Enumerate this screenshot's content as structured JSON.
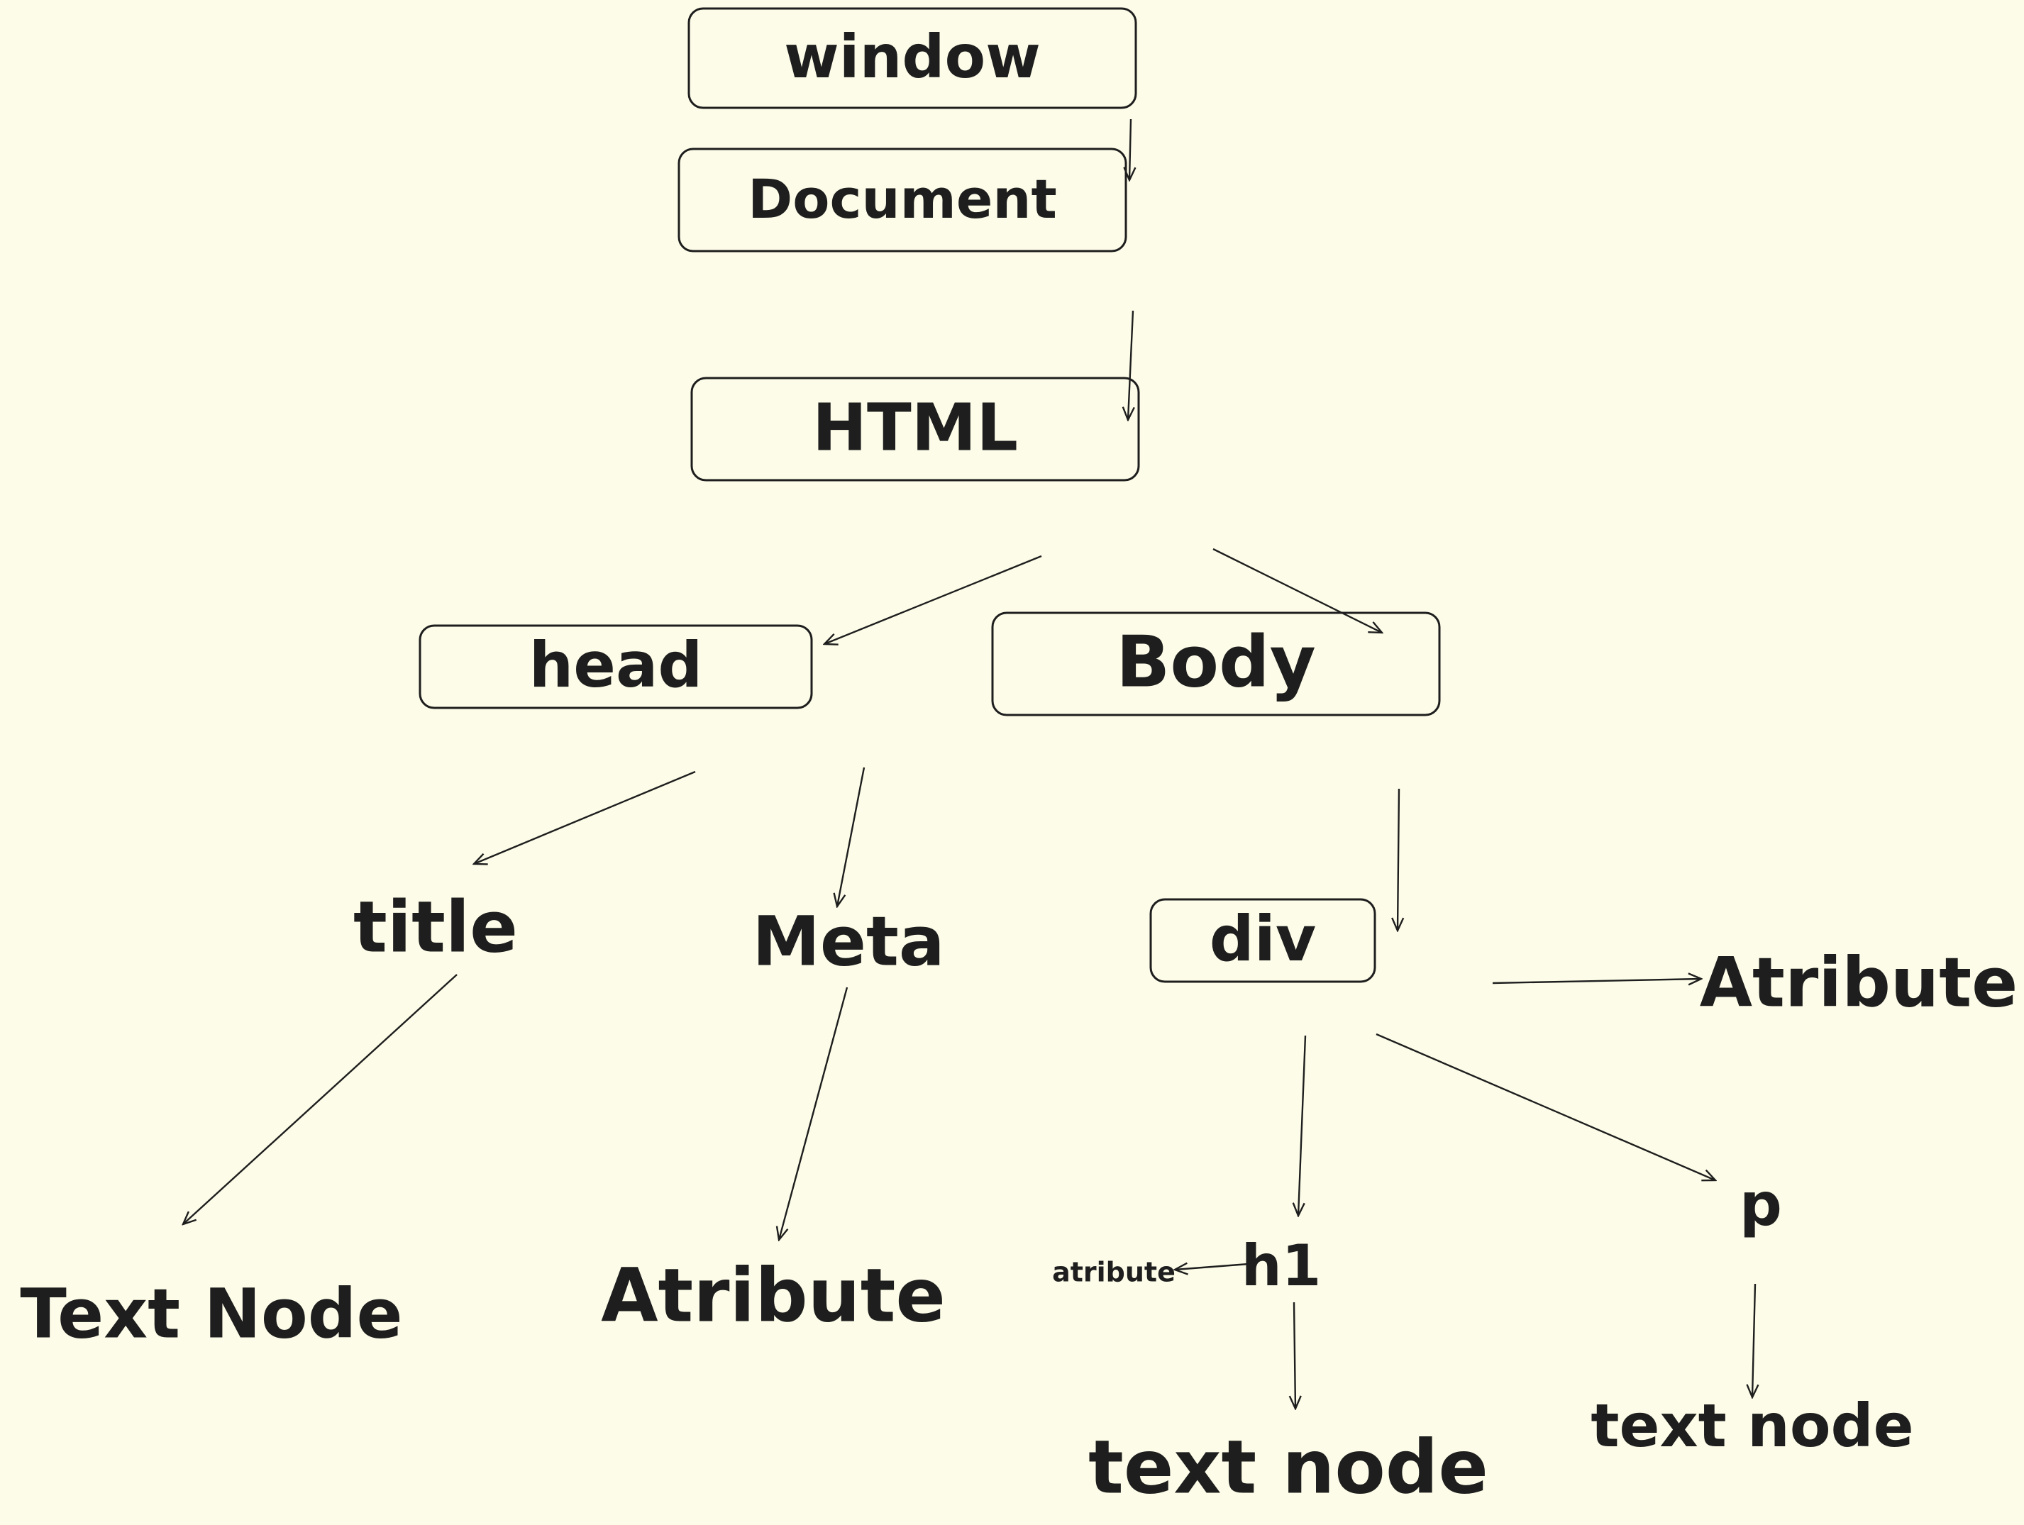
{
  "diagram": {
    "nodes": [
      {
        "id": "window",
        "label": "window",
        "boxed": true
      },
      {
        "id": "document",
        "label": "Document",
        "boxed": true
      },
      {
        "id": "html",
        "label": "HTML",
        "boxed": true
      },
      {
        "id": "head",
        "label": "head",
        "boxed": true
      },
      {
        "id": "body",
        "label": "Body",
        "boxed": true
      },
      {
        "id": "title",
        "label": "title",
        "boxed": false
      },
      {
        "id": "meta",
        "label": "Meta",
        "boxed": false
      },
      {
        "id": "text-node-title",
        "label": "Text Node",
        "boxed": false
      },
      {
        "id": "attribute-meta",
        "label": "Atribute",
        "boxed": false
      },
      {
        "id": "div",
        "label": "div",
        "boxed": true
      },
      {
        "id": "attribute-div",
        "label": "Atribute",
        "boxed": false
      },
      {
        "id": "h1",
        "label": "h1",
        "boxed": false
      },
      {
        "id": "attribute-h1",
        "label": "atribute",
        "boxed": false
      },
      {
        "id": "p",
        "label": "p",
        "boxed": false
      },
      {
        "id": "text-node-h1",
        "label": "text node",
        "boxed": false
      },
      {
        "id": "text-node-p",
        "label": "text node",
        "boxed": false
      }
    ],
    "edges": [
      {
        "from": "window",
        "to": "document"
      },
      {
        "from": "document",
        "to": "html"
      },
      {
        "from": "html",
        "to": "head"
      },
      {
        "from": "html",
        "to": "body"
      },
      {
        "from": "head",
        "to": "title"
      },
      {
        "from": "head",
        "to": "meta"
      },
      {
        "from": "title",
        "to": "text-node-title"
      },
      {
        "from": "meta",
        "to": "attribute-meta"
      },
      {
        "from": "body",
        "to": "div"
      },
      {
        "from": "div",
        "to": "attribute-div"
      },
      {
        "from": "div",
        "to": "h1"
      },
      {
        "from": "div",
        "to": "p"
      },
      {
        "from": "h1",
        "to": "attribute-h1"
      },
      {
        "from": "h1",
        "to": "text-node-h1"
      },
      {
        "from": "p",
        "to": "text-node-p"
      }
    ]
  }
}
